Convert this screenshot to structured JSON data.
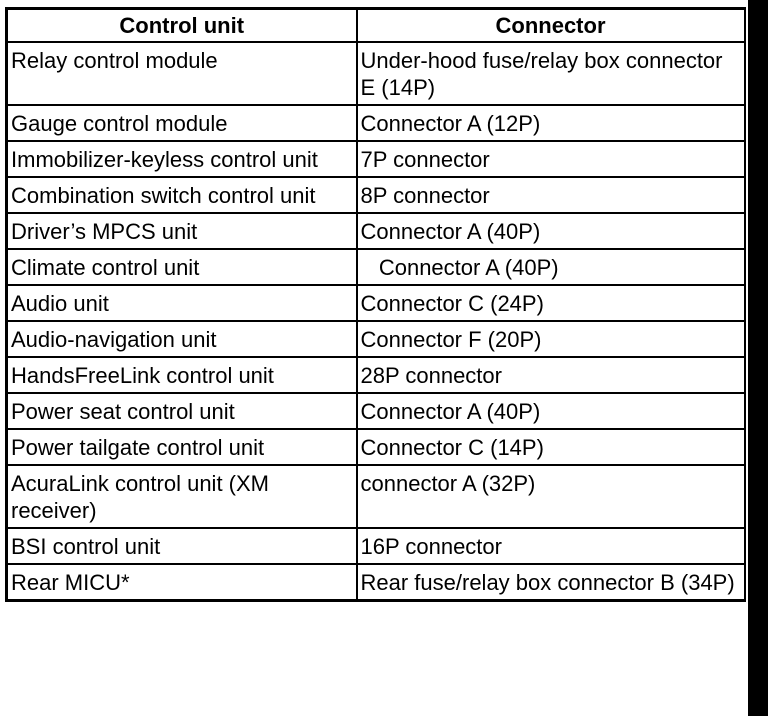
{
  "table": {
    "headers": [
      "Control unit",
      "Connector"
    ],
    "rows": [
      [
        "Relay control module",
        "Under-hood fuse/relay box connector E (14P)"
      ],
      [
        "Gauge control module",
        "Connector A (12P)"
      ],
      [
        "Immobilizer-keyless control unit",
        "7P connector"
      ],
      [
        "Combination switch control unit",
        "8P connector"
      ],
      [
        "Driver’s MPCS unit",
        "Connector A (40P)"
      ],
      [
        "Climate control unit",
        "   Connector A (40P)"
      ],
      [
        "Audio unit",
        "Connector C (24P)"
      ],
      [
        "Audio-navigation unit",
        "Connector F (20P)"
      ],
      [
        "HandsFreeLink control unit",
        "28P connector"
      ],
      [
        "Power seat control unit",
        "Connector A (40P)"
      ],
      [
        "Power tailgate control unit",
        "Connector C (14P)"
      ],
      [
        "AcuraLink control unit (XM receiver)",
        "connector A (32P)"
      ],
      [
        "BSI control unit",
        "16P connector"
      ],
      [
        "Rear MICU*",
        "Rear fuse/relay box connector B (34P)"
      ]
    ]
  }
}
